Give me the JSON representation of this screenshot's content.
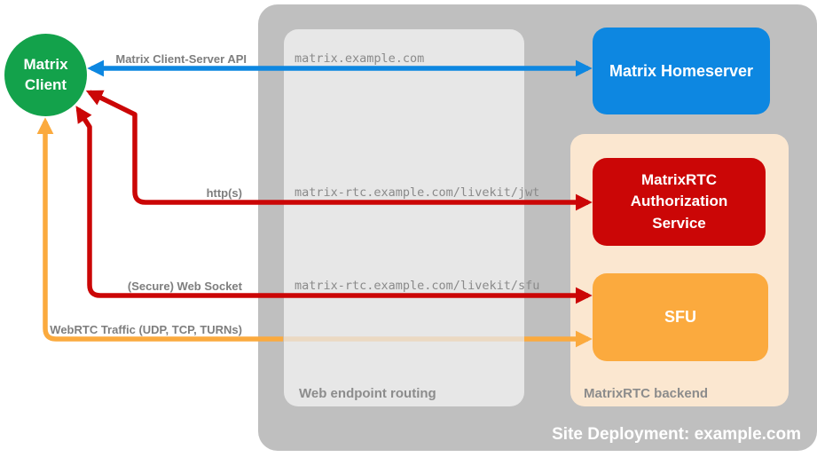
{
  "diagram": {
    "client": {
      "label": "Matrix Client",
      "color": "#13a24b"
    },
    "containers": {
      "site": {
        "label": "Site Deployment: example.com",
        "color": "#bfbfbf"
      },
      "routing": {
        "label": "Web endpoint routing",
        "color": "#e7e7e7"
      },
      "backend": {
        "label": "MatrixRTC backend",
        "color": "#fbe7d0"
      }
    },
    "nodes": {
      "homeserver": {
        "label": "Matrix Homeserver",
        "color": "#0d87e1"
      },
      "auth": {
        "label": "MatrixRTC Authorization Service",
        "color": "#cb0606"
      },
      "sfu": {
        "label": "SFU",
        "color": "#fbaa3e"
      }
    },
    "connections": [
      {
        "id": "client-server-api",
        "protocol": "Matrix Client-Server API",
        "endpoint": "matrix.example.com",
        "color": "#0d87e1",
        "from": "Matrix Client",
        "to": "Matrix Homeserver",
        "bidirectional": true
      },
      {
        "id": "http-jwt",
        "protocol": "http(s)",
        "endpoint": "matrix-rtc.example.com/livekit/jwt",
        "color": "#cb0606",
        "from": "Matrix Client",
        "to": "MatrixRTC Authorization Service",
        "bidirectional": true
      },
      {
        "id": "websocket-sfu",
        "protocol": "(Secure) Web Socket",
        "endpoint": "matrix-rtc.example.com/livekit/sfu",
        "color": "#cb0606",
        "from": "Matrix Client",
        "to": "SFU",
        "bidirectional": true
      },
      {
        "id": "webrtc-traffic",
        "protocol": "WebRTC Traffic (UDP, TCP, TURNs)",
        "endpoint": "",
        "color": "#fbaa3e",
        "from": "Matrix Client",
        "to": "SFU",
        "bidirectional": true
      }
    ]
  }
}
